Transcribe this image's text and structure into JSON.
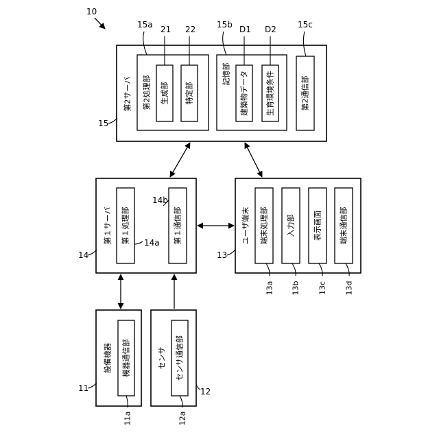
{
  "figure_ref": "10",
  "second_server": {
    "ref": "15",
    "label": "第2サーバ",
    "processing": {
      "ref": "15a",
      "label": "第2処理部"
    },
    "generation": {
      "ref": "21",
      "label": "生成部"
    },
    "determination": {
      "ref": "22",
      "label": "特定部"
    },
    "storage": {
      "ref": "15b",
      "label": "記憶部"
    },
    "building_data": {
      "ref": "D1",
      "label": "建築物データ"
    },
    "growth_conditions": {
      "ref": "D2",
      "label": "生育環境条件"
    },
    "communication": {
      "ref": "15c",
      "label": "第2通信部"
    }
  },
  "first_server": {
    "ref": "14",
    "label": "第１サーバ",
    "processing": {
      "ref": "14a",
      "label": "第１処理部"
    },
    "communication": {
      "ref": "14b",
      "label": "第１通信部"
    }
  },
  "user_terminal": {
    "ref": "13",
    "label": "ユーザ端末",
    "processing": {
      "ref": "13a",
      "label": "端末処理部"
    },
    "input": {
      "ref": "13b",
      "label": "入力部"
    },
    "display": {
      "ref": "13c",
      "label": "表示画面"
    },
    "communication": {
      "ref": "13d",
      "label": "端末通信部"
    }
  },
  "equipment": {
    "ref": "11",
    "label": "設備機器",
    "communication": {
      "ref": "11a",
      "label": "機器通信部"
    }
  },
  "sensor": {
    "ref": "12",
    "label": "センサ",
    "communication": {
      "ref": "12a",
      "label": "センサ通信部"
    }
  }
}
